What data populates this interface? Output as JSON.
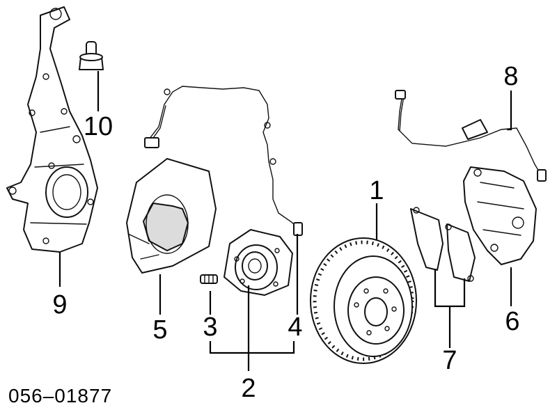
{
  "diagram": {
    "callouts": [
      {
        "id": "1",
        "text": "1"
      },
      {
        "id": "2",
        "text": "2"
      },
      {
        "id": "3",
        "text": "3"
      },
      {
        "id": "4",
        "text": "4"
      },
      {
        "id": "5",
        "text": "5"
      },
      {
        "id": "6",
        "text": "6"
      },
      {
        "id": "7",
        "text": "7"
      },
      {
        "id": "8",
        "text": "8"
      },
      {
        "id": "9",
        "text": "9"
      },
      {
        "id": "10",
        "text": "10"
      }
    ],
    "reference_code": "056–01877"
  }
}
